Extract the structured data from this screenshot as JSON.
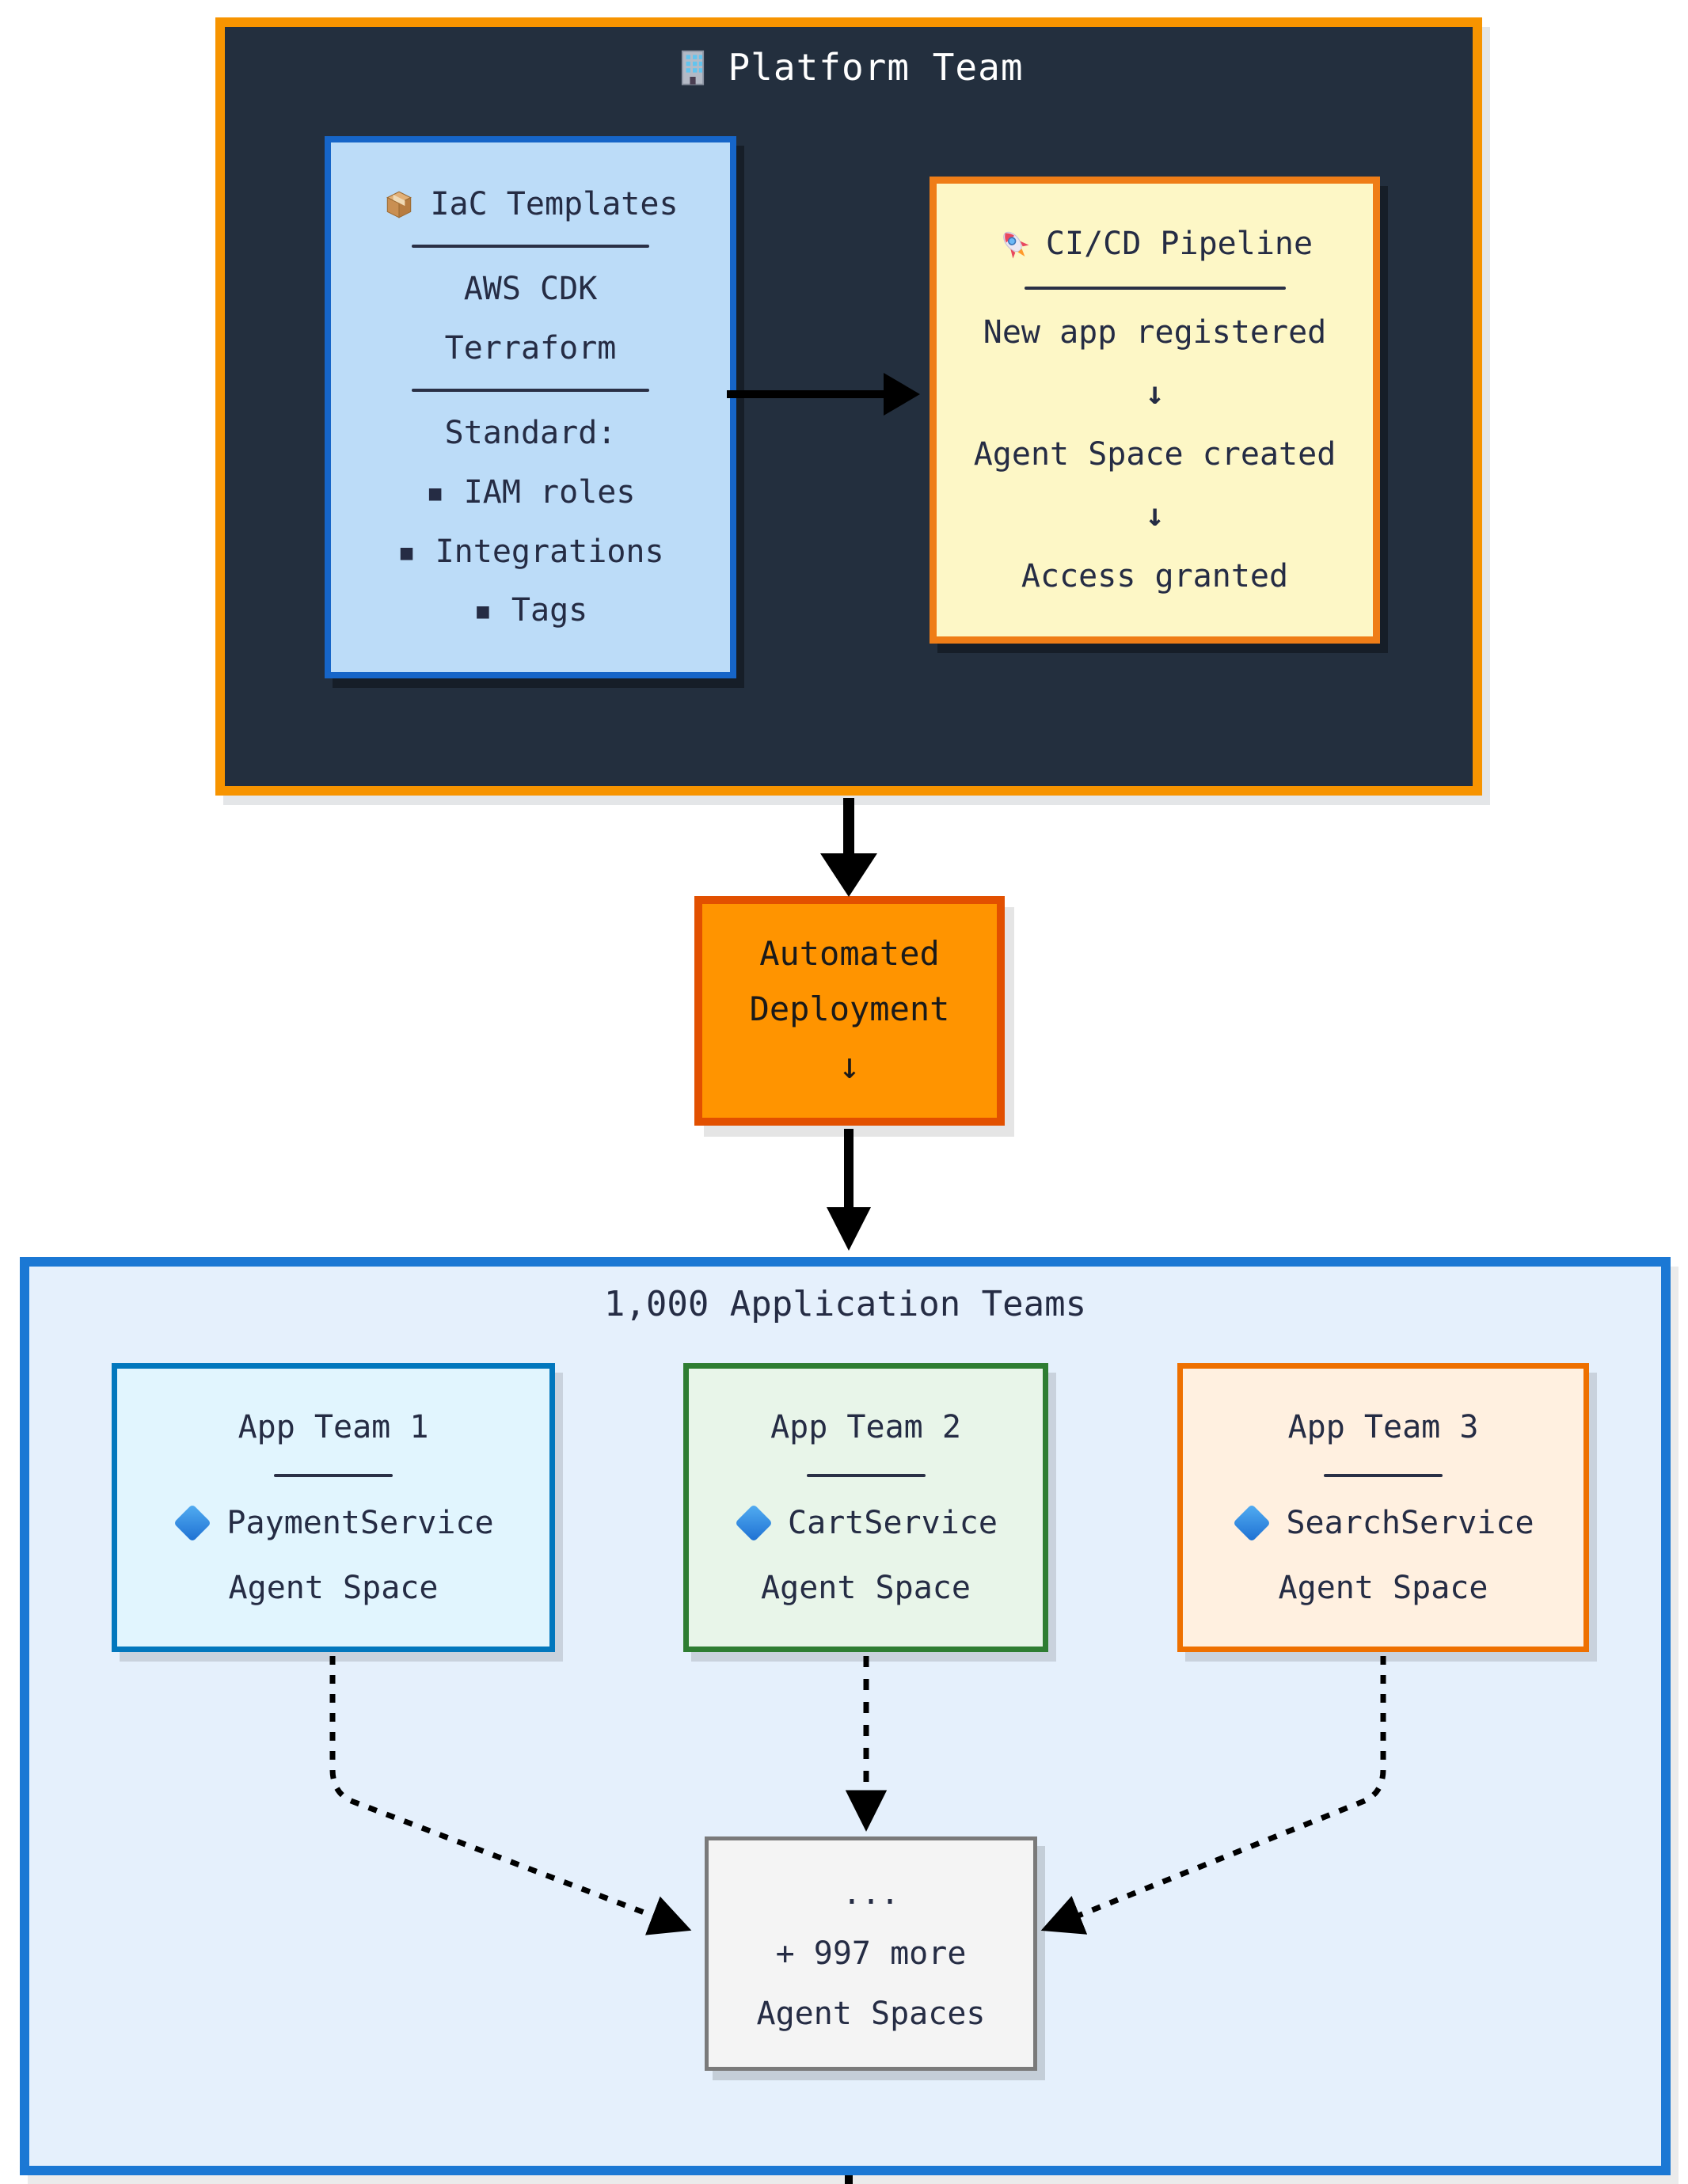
{
  "platform": {
    "title": "Platform Team",
    "iac": {
      "title": "IaC Templates",
      "tool_rows": [
        "AWS CDK",
        "Terraform"
      ],
      "standard_rows": [
        "Standard:",
        "▪ IAM roles",
        "▪ Integrations",
        "▪ Tags"
      ]
    },
    "cicd": {
      "title": "CI/CD Pipeline",
      "steps": [
        "New app registered",
        "↓",
        "Agent Space created",
        "↓",
        "Access granted"
      ]
    }
  },
  "deployment": {
    "line1": "Automated",
    "line2": "Deployment",
    "arrow": "↓"
  },
  "teams_section": {
    "title": "1,000 Application Teams",
    "teams": [
      {
        "name": "App Team 1",
        "service": "PaymentService",
        "space": "Agent Space"
      },
      {
        "name": "App Team 2",
        "service": "CartService",
        "space": "Agent Space"
      },
      {
        "name": "App Team 3",
        "service": "SearchService",
        "space": "Agent Space"
      }
    ],
    "more": {
      "dots": "...",
      "line1": "+ 997 more",
      "line2": "Agent Spaces"
    }
  },
  "colors": {
    "platform_bg": "#232f3e",
    "platform_border": "#f79400",
    "iac_fill": "#bcdcf8",
    "iac_border": "#1665c8",
    "cicd_fill": "#fdf7c6",
    "cicd_border": "#ef7d17",
    "deploy_fill": "#ff9400",
    "deploy_border": "#e25000",
    "container_fill": "#e5f0fc",
    "container_border": "#1b78d4",
    "team1_fill": "#e1f5fe",
    "team1_border": "#0277bd",
    "team2_fill": "#e8f5e9",
    "team2_border": "#2e7d32",
    "team3_fill": "#fff0e0",
    "team3_border": "#ee7000",
    "more_fill": "#f4f4f4",
    "more_border": "#7a7a7a",
    "text": "#252c44",
    "arrow": "#000000"
  }
}
